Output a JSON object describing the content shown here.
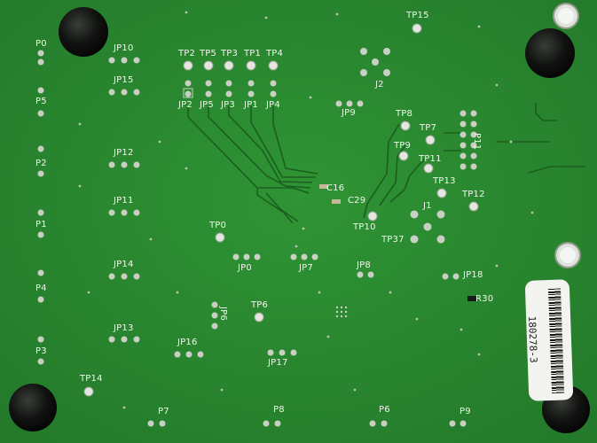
{
  "labels": {
    "p0": "P0",
    "p5": "P5",
    "p2": "P2",
    "p1": "P1",
    "p4": "P4",
    "p3": "P3",
    "jp10": "JP10",
    "jp15": "JP15",
    "jp12": "JP12",
    "jp11": "JP11",
    "jp14": "JP14",
    "jp13": "JP13",
    "tp2": "TP2",
    "tp5": "TP5",
    "tp3": "TP3",
    "tp1": "TP1",
    "tp4": "TP4",
    "jp2": "JP2",
    "jp5": "JP5",
    "jp3": "JP3",
    "jp1": "JP1",
    "jp4": "JP4",
    "tp15": "TP15",
    "j2": "J2",
    "jp9": "JP9",
    "tp8": "TP8",
    "tp7": "TP7",
    "tp9": "TP9",
    "tp11": "TP11",
    "tp13": "TP13",
    "tp12": "TP12",
    "p11": "P11",
    "c16": "C16",
    "c29": "C29",
    "tp10": "TP10",
    "tp37": "TP37",
    "j1": "J1",
    "tp0": "TP0",
    "jp0": "JP0",
    "jp7": "JP7",
    "jp8": "JP8",
    "jp18": "JP18",
    "r30": "R30",
    "tp6": "TP6",
    "jp6": "JP6",
    "jp16": "JP16",
    "jp17": "JP17",
    "tp14": "TP14",
    "p7": "P7",
    "p8": "P8",
    "p6": "P6",
    "p9": "P9"
  },
  "sticker": {
    "code": "180278-3"
  },
  "colors": {
    "board": "#2a8a2f",
    "silkscreen": "#f2f5ee",
    "pad": "#c9cfc3",
    "foot": "#101210"
  }
}
